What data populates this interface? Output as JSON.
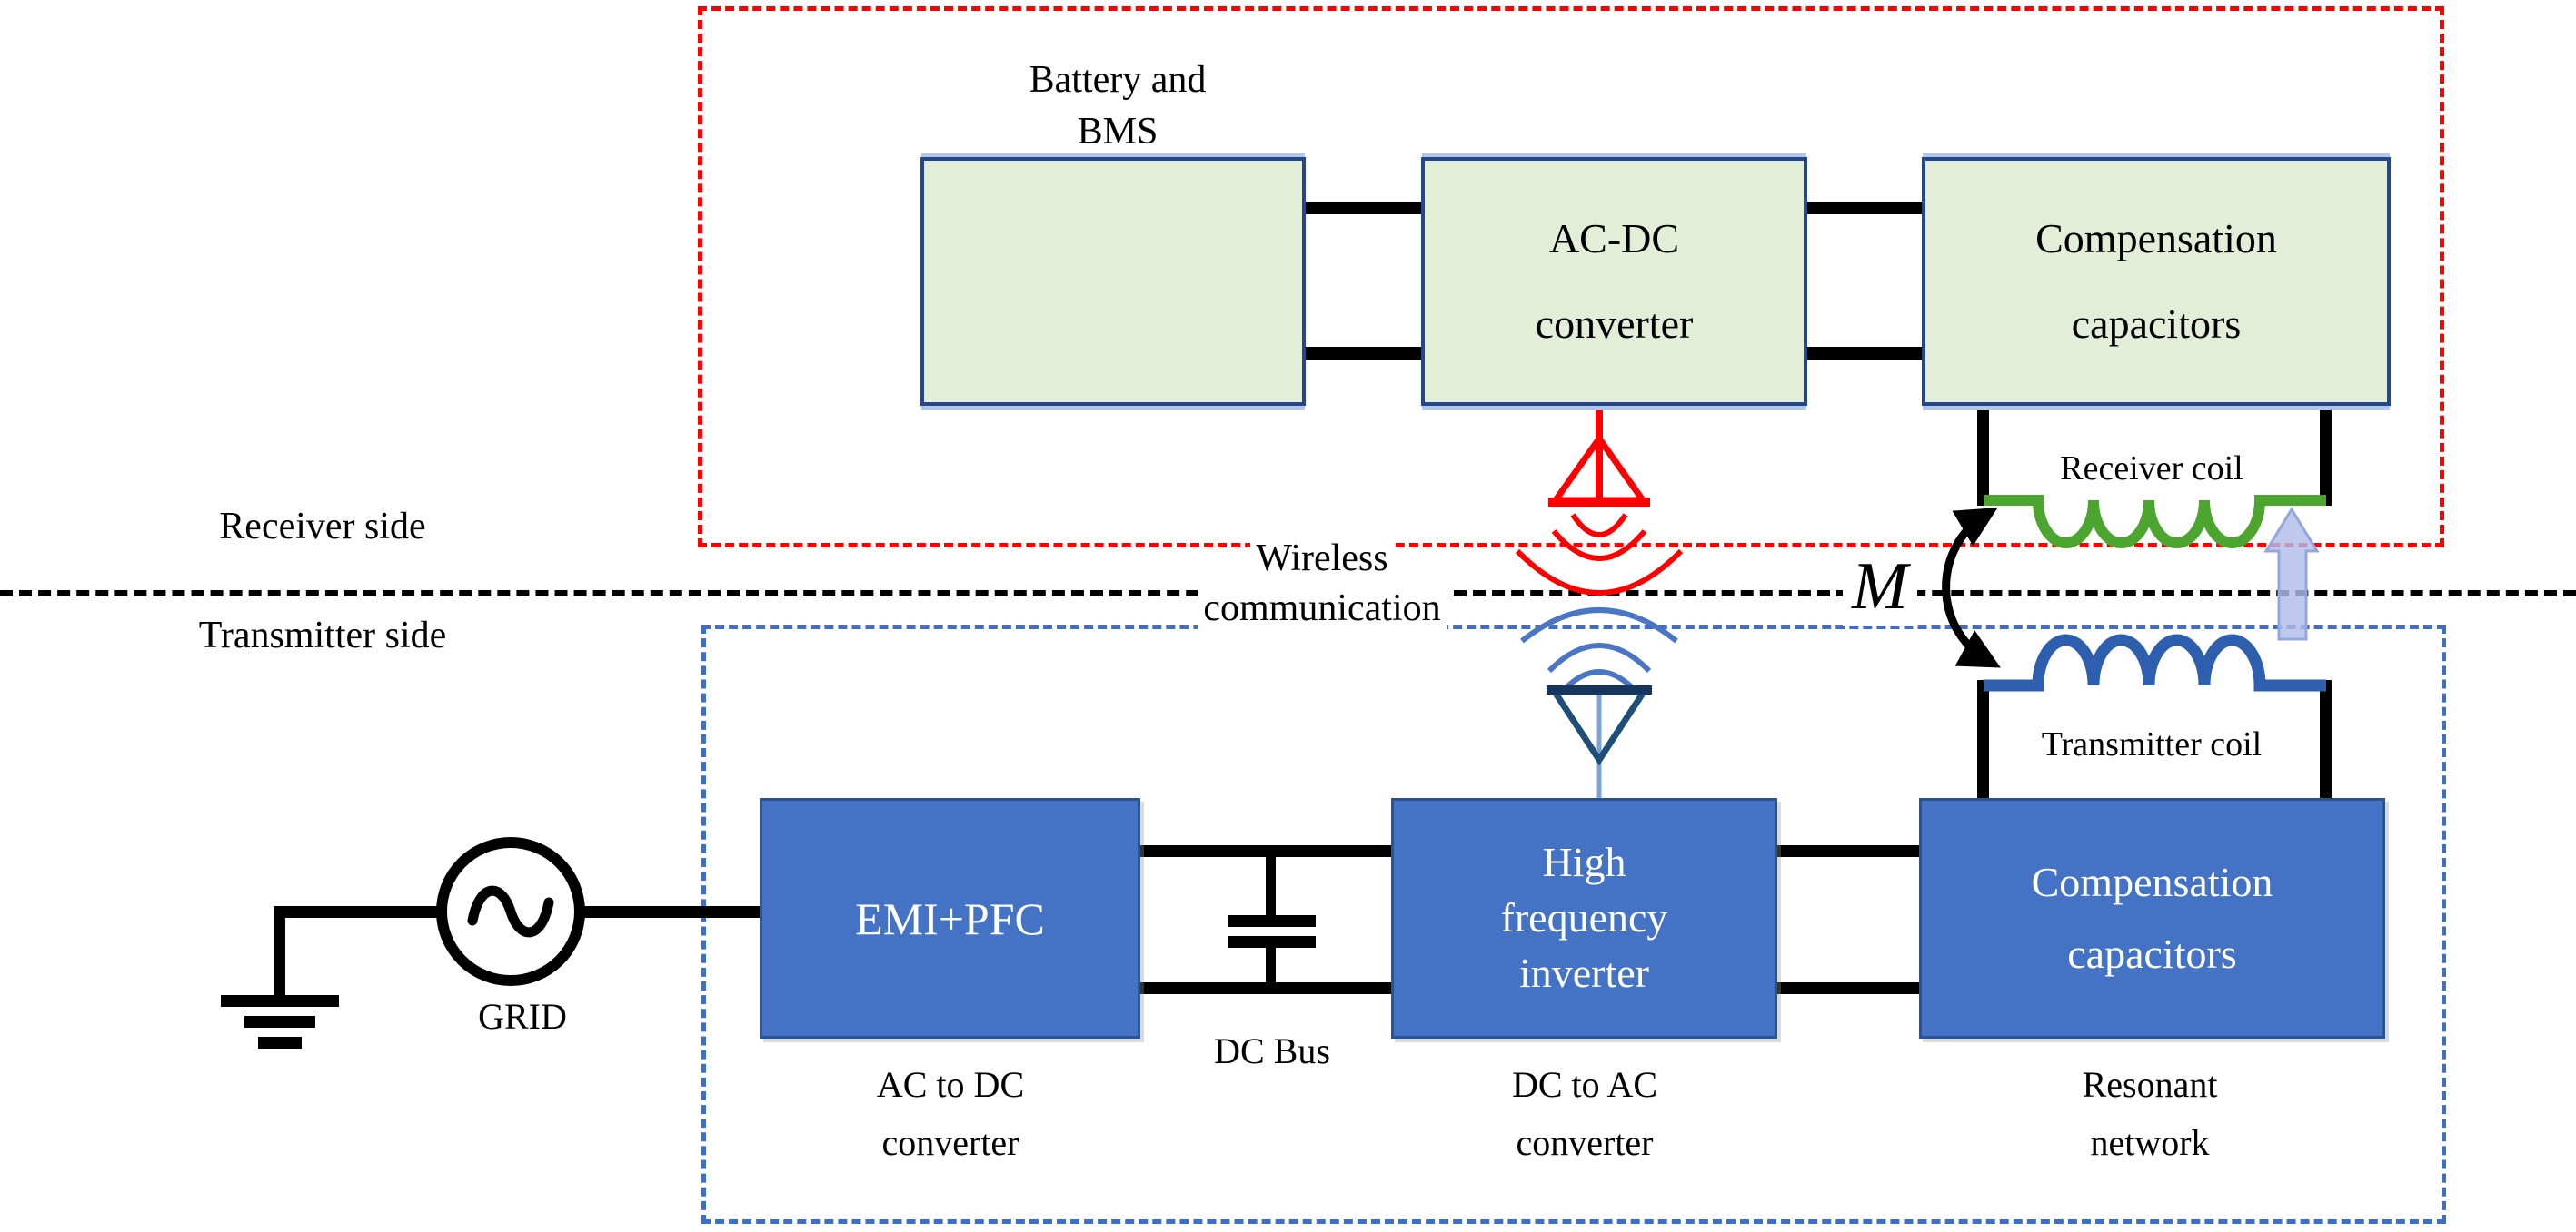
{
  "labels": {
    "receiver_side": "Receiver side",
    "transmitter_side": "Transmitter side",
    "battery": "Battery and\nBMS",
    "acdc_converter": "AC-DC\nconverter",
    "rx_compensation": "Compensation\ncapacitors",
    "receiver_coil": "Receiver coil",
    "transmitter_coil": "Transmitter coil",
    "wireless_line1": "Wireless",
    "wireless_line2": "communication",
    "mutual_inductance": "M",
    "emi_pfc": "EMI+PFC",
    "hf_inverter": "High\nfrequency\ninverter",
    "tx_compensation": "Compensation\ncapacitors",
    "ac_to_dc": "AC to DC\nconverter",
    "dc_bus": "DC Bus",
    "dc_to_ac": "DC to AC\nconverter",
    "resonant_network": "Resonant\nnetwork",
    "grid": "GRID"
  },
  "colors": {
    "receiver_box_fill": "#e3eed9",
    "receiver_box_border": "#24468c",
    "transmitter_box_fill": "#4472c4",
    "red_dashed": "#fe0000",
    "blue_dashed": "#3f6ec6",
    "green_coil": "#4ca52f",
    "blue_coil": "#2e5fae",
    "field_arrow_fill": "#b1bde9",
    "red_antenna": "#fe0000",
    "blue_antenna": "#1f4e79"
  },
  "symbols": {
    "battery": "battery-symbol",
    "ac_source": "ac-source-symbol",
    "ground": "ground-symbol",
    "dc_bus_capacitor": "capacitor-symbol",
    "mutual_coupling": "double-arrow",
    "field_direction": "up-block-arrow"
  }
}
